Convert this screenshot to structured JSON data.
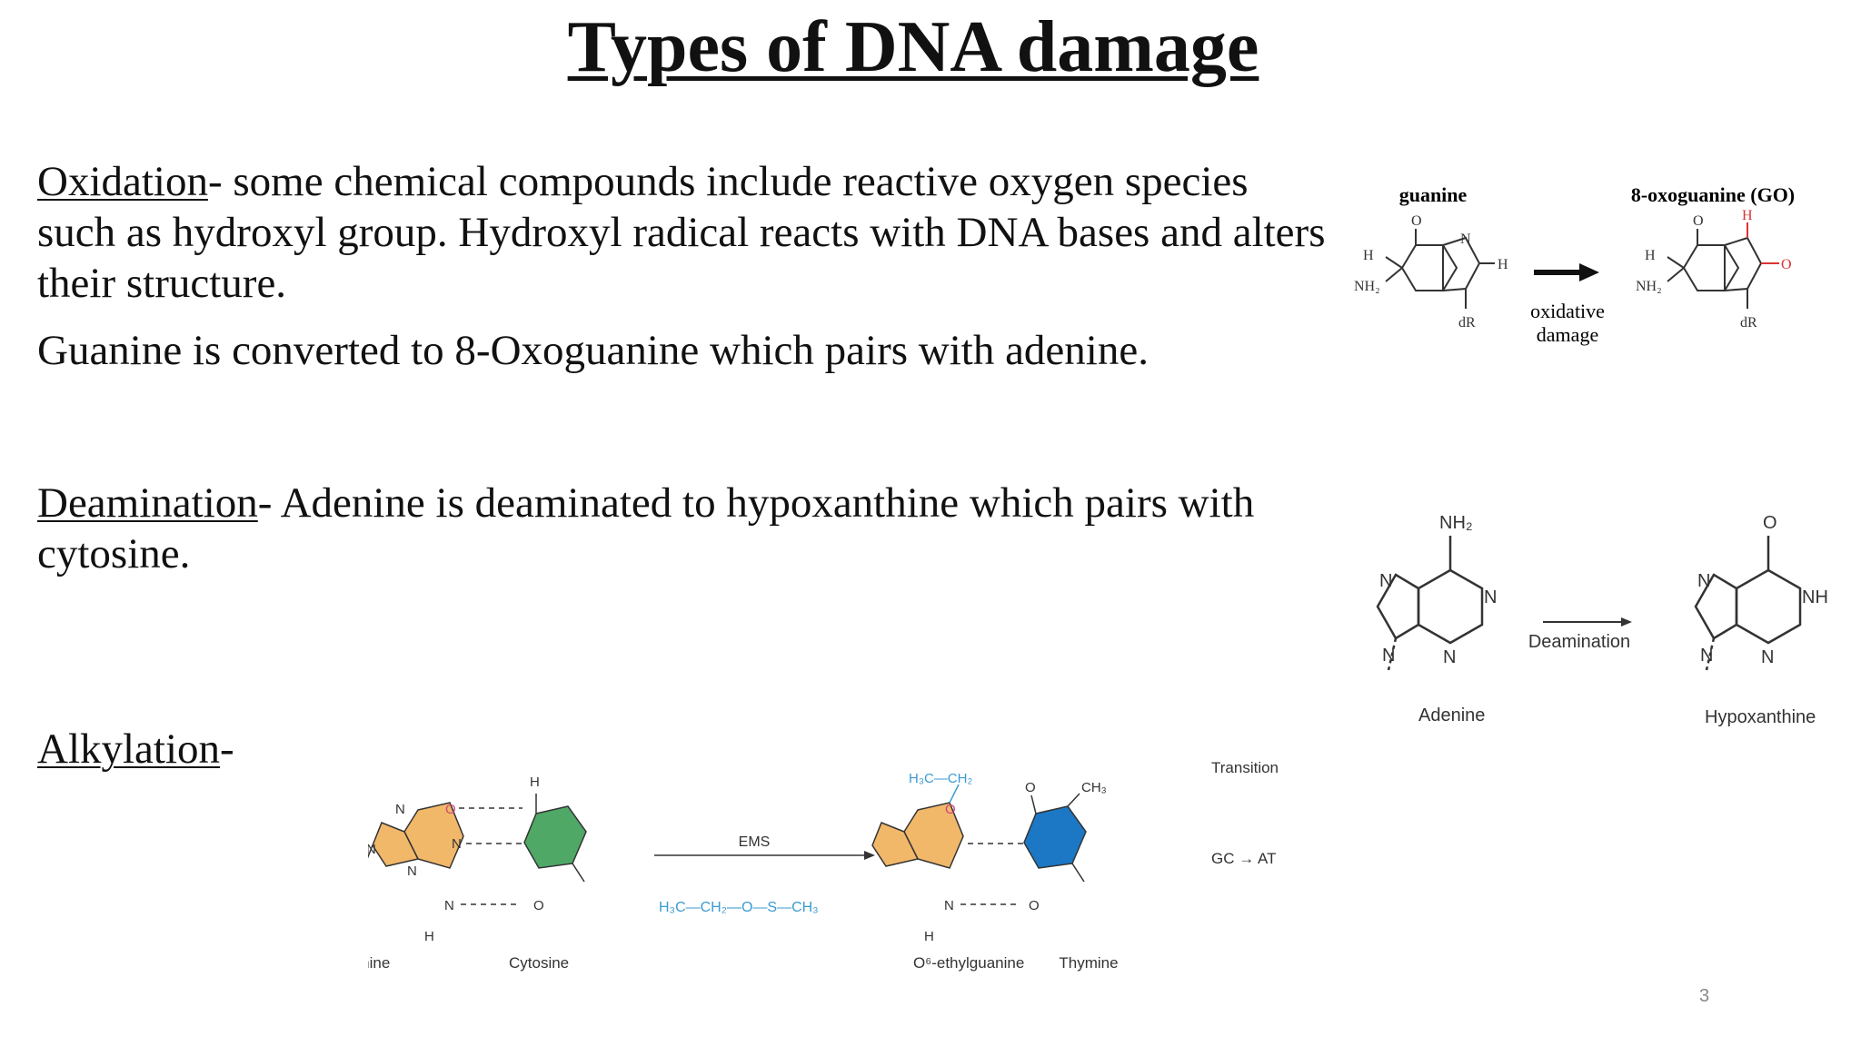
{
  "slide": {
    "title": "Types of DNA damage",
    "page_number": "3"
  },
  "oxidation": {
    "term": "Oxidation",
    "text": "- some chemical compounds include reactive oxygen species such as hydroxyl group. Hydroxyl radical reacts with DNA bases and alters their structure.",
    "detail": "Guanine is converted to 8-Oxoguanine which pairs with adenine."
  },
  "deamination": {
    "term": "Deamination",
    "text": "- Adenine is deaminated to hypoxanthine which pairs with cytosine."
  },
  "alkylation": {
    "term": "Alkylation",
    "text": "-"
  },
  "figure_oxidation": {
    "left_label": "guanine",
    "right_label": "8-oxoguanine (GO)",
    "arrow_label_1": "oxidative",
    "arrow_label_2": "damage",
    "atom_O": "O",
    "atom_N": "N",
    "atom_H": "H",
    "atom_NH2": "NH₂",
    "atom_dR": "dR"
  },
  "figure_deamination": {
    "left_label": "Adenine",
    "right_label": "Hypoxanthine",
    "arrow_label": "Deamination",
    "atom_NH2": "NH₂",
    "atom_N": "N",
    "atom_O": "O",
    "atom_NH": "NH"
  },
  "figure_alkylation": {
    "label_guanine": "Guanine",
    "label_cytosine": "Cytosine",
    "label_ethylguanine": "O⁶-ethylguanine",
    "label_thymine": "Thymine",
    "arrow_label": "EMS",
    "transition": "Transition",
    "gc_at": "GC → AT",
    "ems_formula": "H₃C—CH₂—O—S—CH₃",
    "ethyl_group": "H₃C—CH₂",
    "atom_O": "O",
    "atom_N": "N",
    "atom_H": "H",
    "atom_CH3": "CH₃",
    "colors": {
      "guanine": "#f2b86a",
      "cytosine": "#4fa866",
      "thymine": "#1c78c4",
      "oxygen_highlight": "#d1457a",
      "ethyl": "#3a9bd1"
    }
  }
}
